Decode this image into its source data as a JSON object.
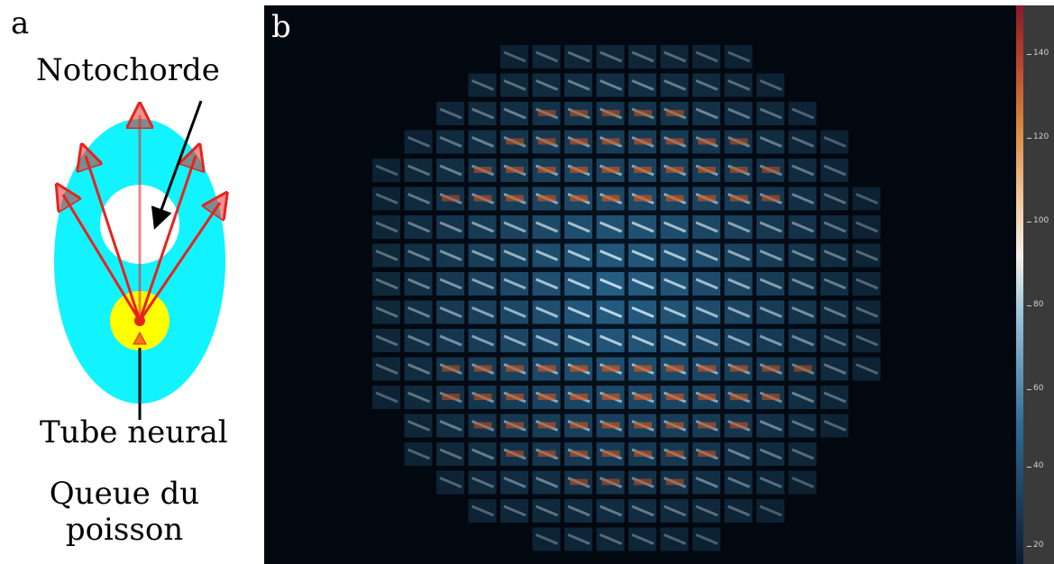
{
  "panel_a": {
    "letter": "a",
    "notochord_label": "Notochorde",
    "neural_tube_label": "Tube neural",
    "tail_label": "Queue du poisson"
  },
  "panel_b": {
    "letter": "b",
    "colorbar_ticks": [
      "140",
      "120",
      "100",
      "80",
      "60",
      "40",
      "20"
    ]
  },
  "colors": {
    "body_cross_section": "#11f4ff",
    "neural_tube": "#ffff00",
    "notochord": "#ffffff",
    "rays": "#e8221e",
    "background_b": "#020810"
  }
}
